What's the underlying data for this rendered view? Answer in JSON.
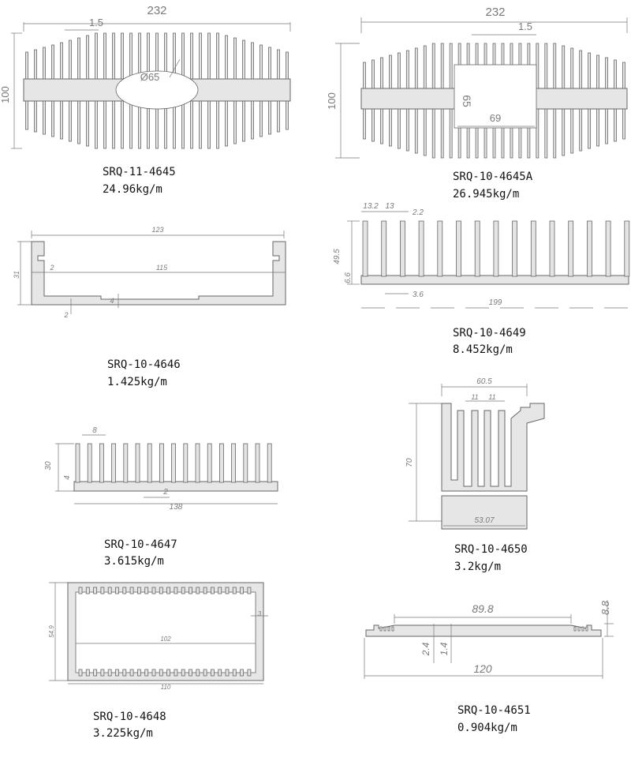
{
  "profiles": [
    {
      "code": "SRQ-11-4645",
      "weight": "24.96kg/m",
      "dims": {
        "width": "232",
        "height": "100",
        "fin": "1.5",
        "hole": "Ø65"
      }
    },
    {
      "code": "SRQ-10-4645A",
      "weight": "26.945kg/m",
      "dims": {
        "width": "232",
        "height": "100",
        "fin": "1.5",
        "cavity_h": "65",
        "cavity_w": "69"
      }
    },
    {
      "code": "SRQ-10-4646",
      "weight": "1.425kg/m",
      "dims": {
        "width": "123",
        "inner": "115",
        "height": "31",
        "wall": "2",
        "rib": "4",
        "base": "2"
      }
    },
    {
      "code": "SRQ-10-4649",
      "weight": "8.452kg/m",
      "dims": {
        "pitch_a": "13.2",
        "pitch_b": "13",
        "fin": "2.2",
        "height": "49.5",
        "base": "6.6",
        "gap": "3.6",
        "width": "199"
      }
    },
    {
      "code": "SRQ-10-4647",
      "weight": "3.615kg/m",
      "dims": {
        "pitch": "8",
        "height": "30",
        "base": "4",
        "fin": "2",
        "width": "138"
      }
    },
    {
      "code": "SRQ-10-4650",
      "weight": "3.2kg/m",
      "dims": {
        "width": "60.5",
        "pitch_a": "11",
        "pitch_b": "11",
        "height": "70",
        "base": "53.07"
      }
    },
    {
      "code": "SRQ-10-4648",
      "weight": "3.225kg/m",
      "dims": {
        "height": "54.9",
        "inner": "102",
        "wall": "3",
        "width": "110"
      }
    },
    {
      "code": "SRQ-10-4651",
      "weight": "0.904kg/m",
      "dims": {
        "inner": "89.8",
        "height": "8.8",
        "a": "2.4",
        "b": "1.4",
        "width": "120"
      }
    }
  ]
}
